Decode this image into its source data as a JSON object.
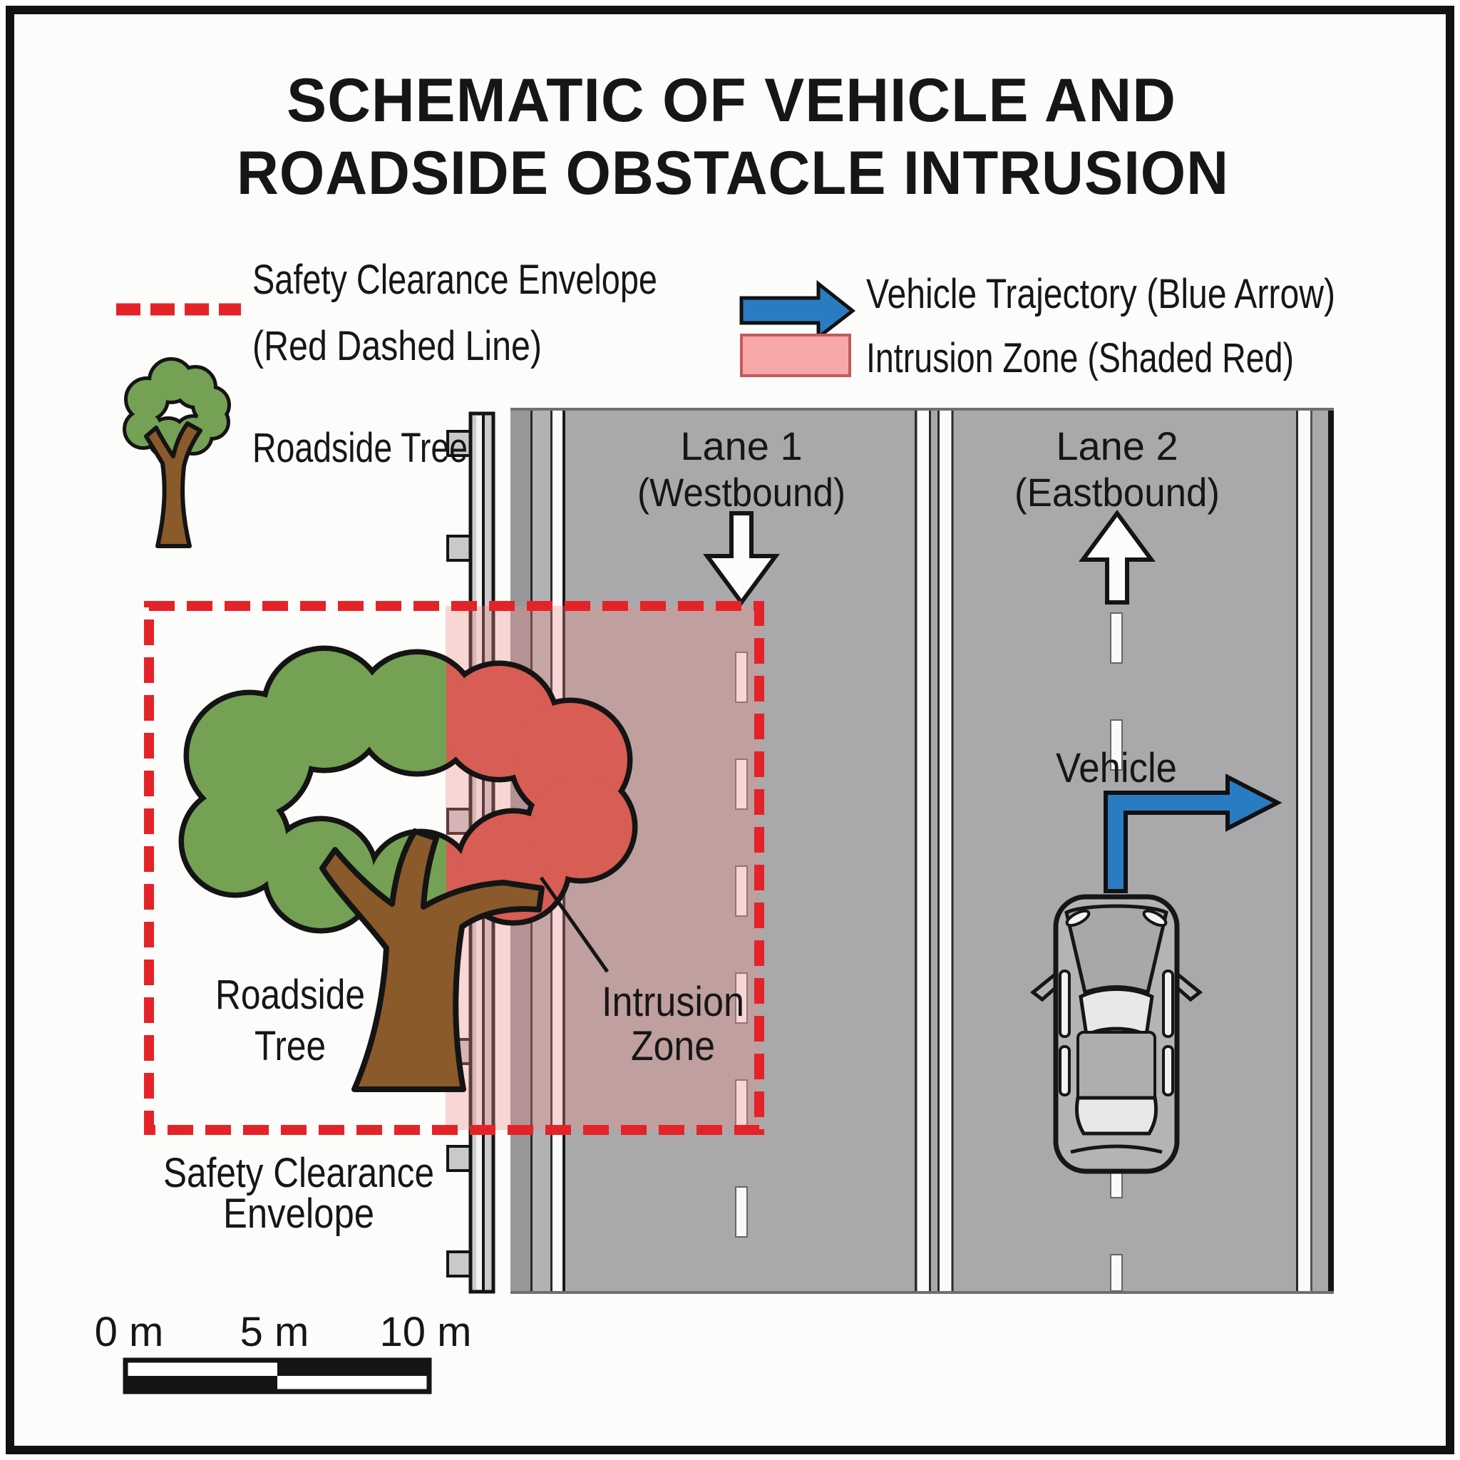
{
  "title": {
    "line1": "SCHEMATIC OF VEHICLE AND",
    "line2": "ROADSIDE OBSTACLE INTRUSION"
  },
  "legend": {
    "safety_clearance": {
      "line1": "Safety Clearance Envelope",
      "line2": "(Red Dashed Line)"
    },
    "roadside_tree": {
      "label": "Roadside Tree"
    },
    "vehicle_trajectory": {
      "label": "Vehicle Trajectory (Blue Arrow)"
    },
    "intrusion_zone": {
      "label": "Intrusion Zone (Shaded Red)"
    }
  },
  "road": {
    "lane1": {
      "name": "Lane 1",
      "direction": "(Westbound)"
    },
    "lane2": {
      "name": "Lane 2",
      "direction": "(Eastbound)"
    }
  },
  "annotations": {
    "roadside_tree": {
      "line1": "Roadside",
      "line2": "Tree"
    },
    "intrusion_zone": {
      "line1": "Intrusion",
      "line2": "Zone"
    },
    "safety_envelope": {
      "line1": "Safety Clearance",
      "line2": "Envelope"
    },
    "vehicle": {
      "label": "Vehicle"
    }
  },
  "scale_bar": {
    "labels": [
      "0 m",
      "5 m",
      "10 m"
    ]
  },
  "colors": {
    "envelope_red": "#E42328",
    "intrusion_zone_fill": "#F8A8AA",
    "intrusion_overlay": "rgba(237,140,138,0.34)",
    "trajectory_blue": "#2A7CC2",
    "tree_green": "#74A154",
    "tree_red": "#D75D55",
    "trunk_brown": "#8A5A2B",
    "road_gray": "#A9A9AB"
  }
}
